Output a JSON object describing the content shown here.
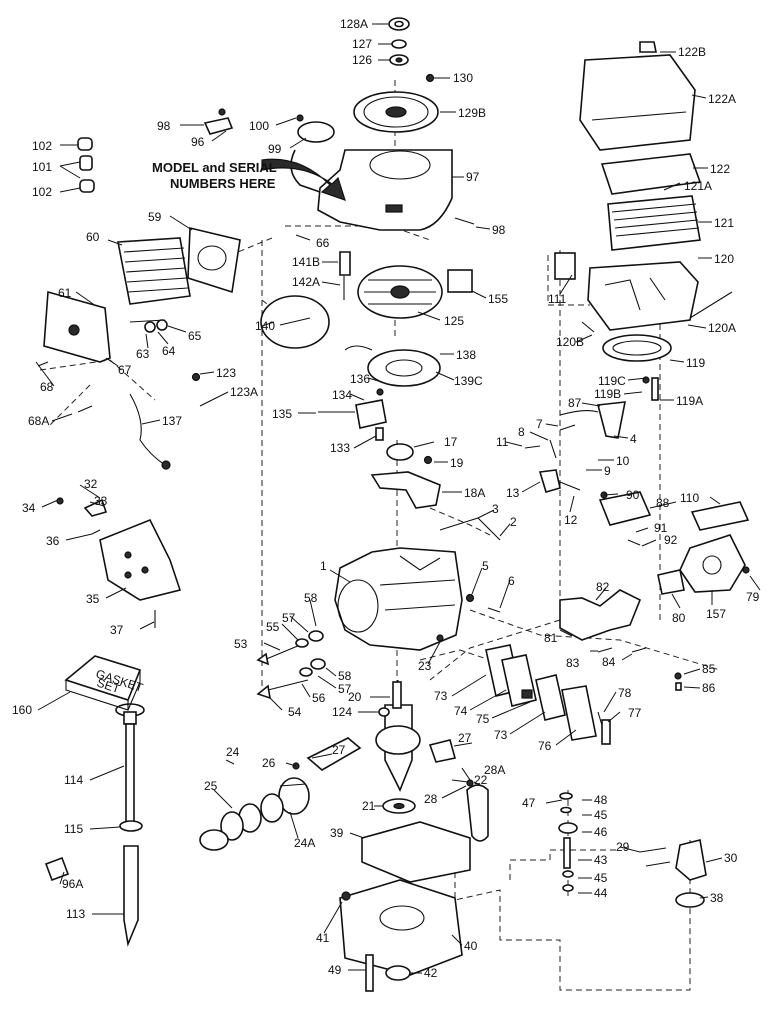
{
  "diagram": {
    "annotation_line1": "MODEL and SERIAL",
    "annotation_line2": "NUMBERS HERE",
    "gasket_label_line1": "GASKET",
    "gasket_label_line2": "SET",
    "callouts": [
      "128A",
      "127",
      "126",
      "130",
      "129B",
      "122B",
      "122A",
      "98",
      "96",
      "100",
      "99",
      "97",
      "102",
      "101",
      "102",
      "122",
      "121A",
      "121",
      "98",
      "66",
      "59",
      "60",
      "141B",
      "142A",
      "120",
      "155",
      "111",
      "61",
      "65",
      "64",
      "63",
      "67",
      "125",
      "120A",
      "120B",
      "140",
      "138",
      "139C",
      "119",
      "68",
      "123",
      "123A",
      "68A",
      "137",
      "136",
      "134",
      "135",
      "133",
      "119C",
      "119B",
      "119A",
      "87",
      "4",
      "7",
      "8",
      "11",
      "10",
      "9",
      "17",
      "19",
      "18A",
      "13",
      "12",
      "32",
      "33",
      "34",
      "36",
      "35",
      "37",
      "3",
      "2",
      "1",
      "5",
      "6",
      "90",
      "88",
      "91",
      "92",
      "110",
      "79",
      "157",
      "80",
      "82",
      "81",
      "53",
      "55",
      "57",
      "58",
      "58",
      "57",
      "56",
      "54",
      "23",
      "83",
      "84",
      "85",
      "86",
      "160",
      "73",
      "74",
      "75",
      "73",
      "76",
      "78",
      "77",
      "20",
      "124",
      "24",
      "27",
      "27",
      "28A",
      "26",
      "25",
      "114",
      "28",
      "22",
      "21",
      "24A",
      "115",
      "47",
      "48",
      "45",
      "46",
      "43",
      "45",
      "44",
      "29",
      "30",
      "38",
      "39",
      "96A",
      "113",
      "41",
      "40",
      "49",
      "42"
    ]
  }
}
